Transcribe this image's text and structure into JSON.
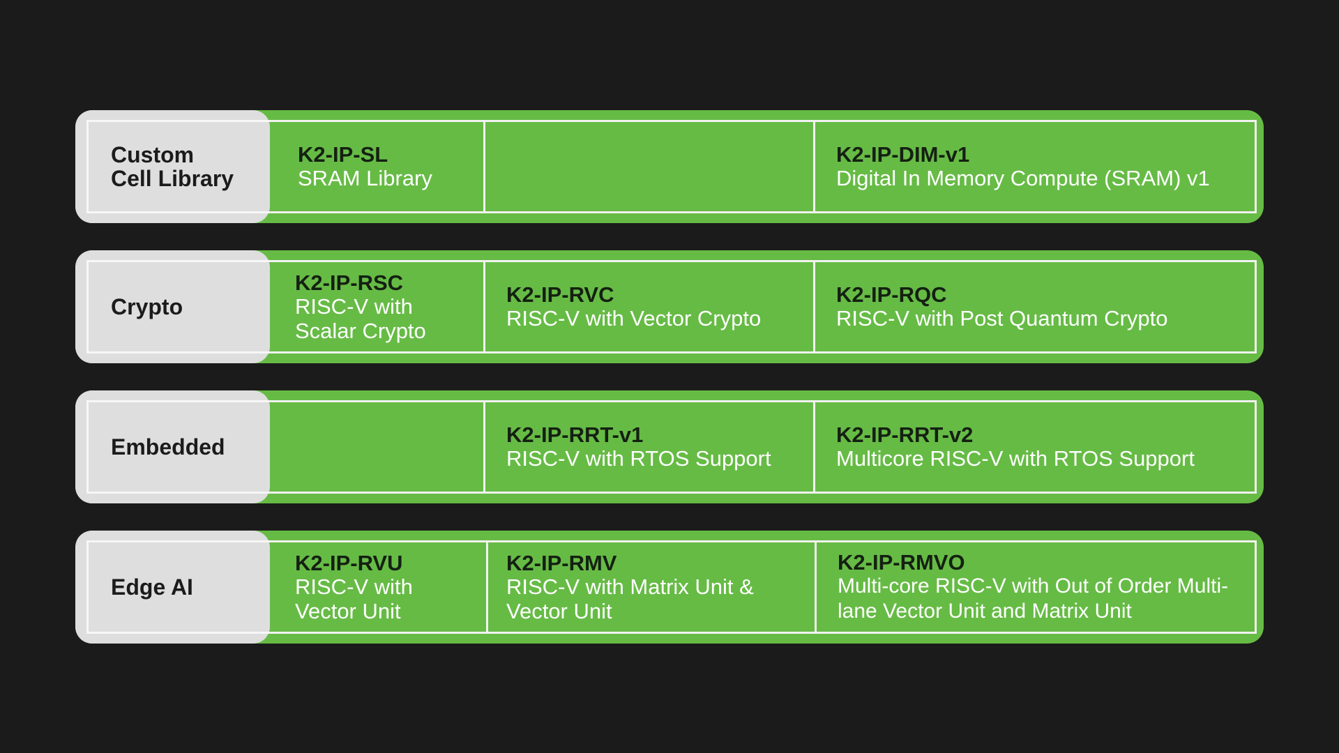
{
  "rows": [
    {
      "label": "Custom\nCell Library",
      "cells": [
        {
          "code": "K2-IP-SL",
          "desc": "SRAM Library"
        },
        {
          "code": "",
          "desc": ""
        },
        {
          "code": "K2-IP-DIM-v1",
          "desc": "Digital In Memory Compute (SRAM) v1"
        }
      ]
    },
    {
      "label": "Crypto",
      "cells": [
        {
          "code": "K2-IP-RSC",
          "desc": "RISC-V with Scalar Crypto"
        },
        {
          "code": "K2-IP-RVC",
          "desc": "RISC-V with Vector Crypto"
        },
        {
          "code": "K2-IP-RQC",
          "desc": "RISC-V with Post Quantum Crypto"
        }
      ]
    },
    {
      "label": "Embedded",
      "cells": [
        {
          "code": "",
          "desc": ""
        },
        {
          "code": "K2-IP-RRT-v1",
          "desc": "RISC-V with RTOS Support"
        },
        {
          "code": "K2-IP-RRT-v2",
          "desc": "Multicore RISC-V with RTOS Support"
        }
      ]
    },
    {
      "label": "Edge AI",
      "cells": [
        {
          "code": "K2-IP-RVU",
          "desc": "RISC-V with Vector Unit"
        },
        {
          "code": "K2-IP-RMV",
          "desc": "RISC-V with Matrix Unit & Vector Unit"
        },
        {
          "code": "K2-IP-RMVO",
          "desc": "Multi-core RISC-V with Out of Order Multi-lane Vector Unit and Matrix Unit"
        }
      ]
    }
  ]
}
